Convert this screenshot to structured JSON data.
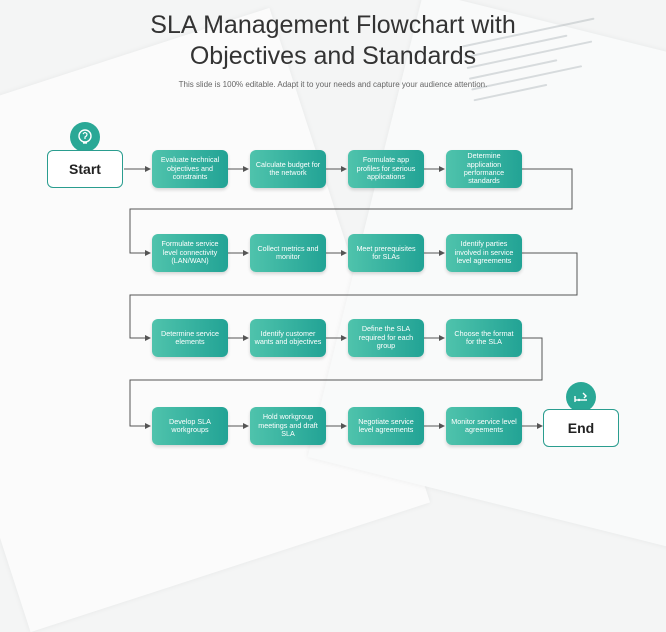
{
  "title_line1": "SLA Management Flowchart with",
  "title_line2": "Objectives and Standards",
  "subtitle": "This slide is 100% editable. Adapt it to your needs and capture your audience attention.",
  "start_label": "Start",
  "end_label": "End",
  "rows": [
    [
      "Evaluate technical objectives and constraints",
      "Calculate budget for the network",
      "Formulate app profiles for serious applications",
      "Determine application performance standards"
    ],
    [
      "Formulate service level connectivity (LAN/WAN)",
      "Collect metrics and monitor",
      "Meet prerequisites for SLAs",
      "Identify parties involved in service level agreements"
    ],
    [
      "Determine service elements",
      "Identify customer wants and objectives",
      "Define the SLA required for each group",
      "Choose the format for the SLA"
    ],
    [
      "Develop SLA workgroups",
      "Hold workgroup meetings and draft SLA",
      "Negotiate service level agreements",
      "Monitor service level agreements"
    ]
  ],
  "colors": {
    "accent": "#2aa896",
    "gradient_start": "#4fc3ac",
    "gradient_end": "#22a395"
  },
  "icons": {
    "start": "lightbulb-head-icon",
    "end": "finish-flag-icon"
  }
}
